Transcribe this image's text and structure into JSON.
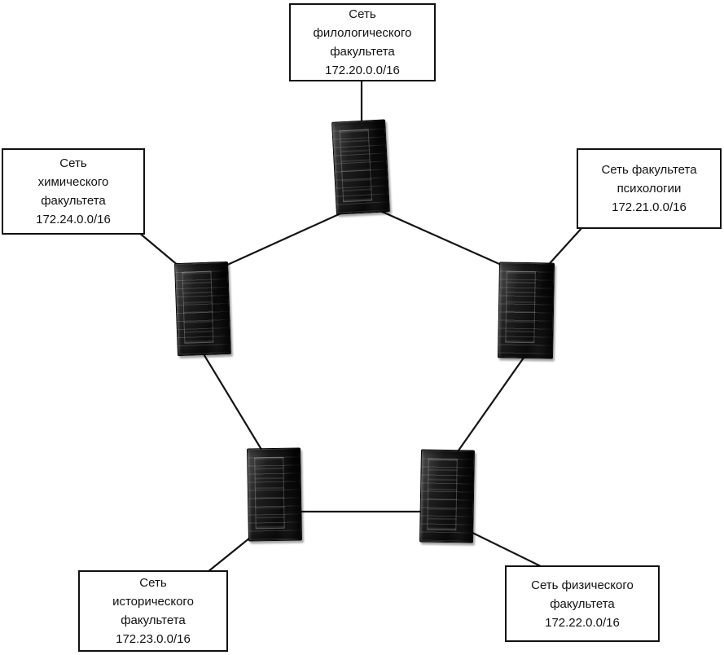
{
  "diagram": {
    "type": "ring-topology",
    "router_count": 5,
    "connections": [
      [
        "philology",
        "chemistry"
      ],
      [
        "philology",
        "psychology"
      ],
      [
        "chemistry",
        "history"
      ],
      [
        "psychology",
        "physics"
      ],
      [
        "history",
        "physics"
      ]
    ]
  },
  "networks": [
    {
      "id": "philology",
      "label": "Сеть\nфилологического\nфакультета",
      "cidr": "172.20.0.0/16"
    },
    {
      "id": "chemistry",
      "label": "Сеть\nхимического\nфакультета",
      "cidr": "172.24.0.0/16"
    },
    {
      "id": "psychology",
      "label": "Сеть факультета\nпсихологии",
      "cidr": "172.21.0.0/16"
    },
    {
      "id": "history",
      "label": "Сеть\nисторического\nфакультета",
      "cidr": "172.23.0.0/16"
    },
    {
      "id": "physics",
      "label": "Сеть физического\nфакультета",
      "cidr": "172.22.0.0/16"
    }
  ]
}
